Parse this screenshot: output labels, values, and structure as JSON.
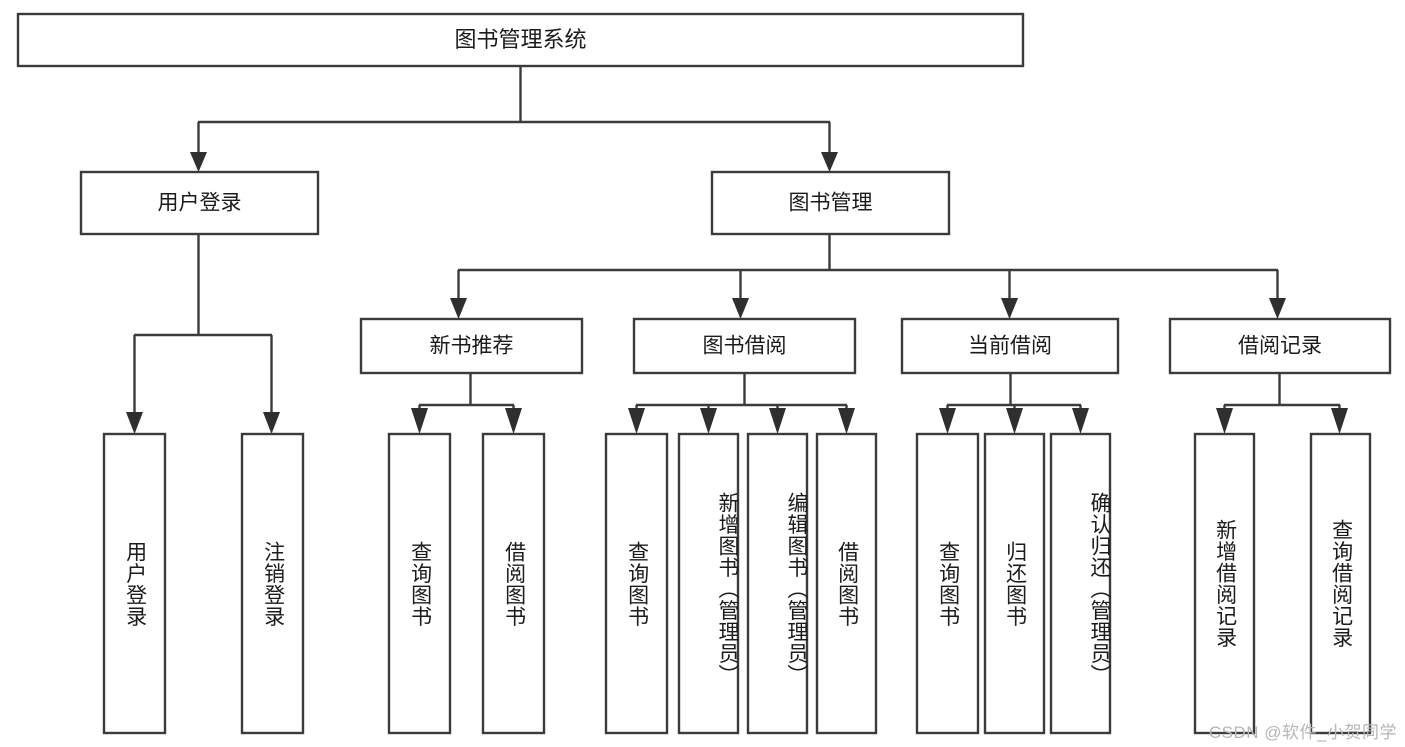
{
  "diagram": {
    "type": "tree-hierarchy-chart",
    "title": "图书管理系统",
    "watermark": "CSDN @软件_小贺同学",
    "colors": {
      "stroke": "#3b3b3b",
      "arrow": "#2f2f2f",
      "box_fill": "#ffffff",
      "background": "#ffffff",
      "text": "#1b1b1b",
      "watermark": "#b6b6b6"
    },
    "root": {
      "label": "图书管理系统"
    },
    "level2": [
      {
        "label": "用户登录"
      },
      {
        "label": "图书管理"
      }
    ],
    "level3": [
      {
        "label": "新书推荐"
      },
      {
        "label": "图书借阅"
      },
      {
        "label": "当前借阅"
      },
      {
        "label": "借阅记录"
      }
    ],
    "leaves": {
      "user_login": [
        {
          "label": "用户登录"
        },
        {
          "label": "注销登录"
        }
      ],
      "new_book_recommend": [
        {
          "label": "查询图书"
        },
        {
          "label": "借阅图书"
        }
      ],
      "book_borrow": [
        {
          "label": "查询图书"
        },
        {
          "label": "新增图书（管理员）"
        },
        {
          "label": "编辑图书（管理员）"
        },
        {
          "label": "借阅图书"
        }
      ],
      "current_borrow": [
        {
          "label": "查询图书"
        },
        {
          "label": "归还图书"
        },
        {
          "label": "确认归还（管理员）"
        }
      ],
      "borrow_record": [
        {
          "label": "新增借阅记录"
        },
        {
          "label": "查询借阅记录"
        }
      ]
    }
  }
}
